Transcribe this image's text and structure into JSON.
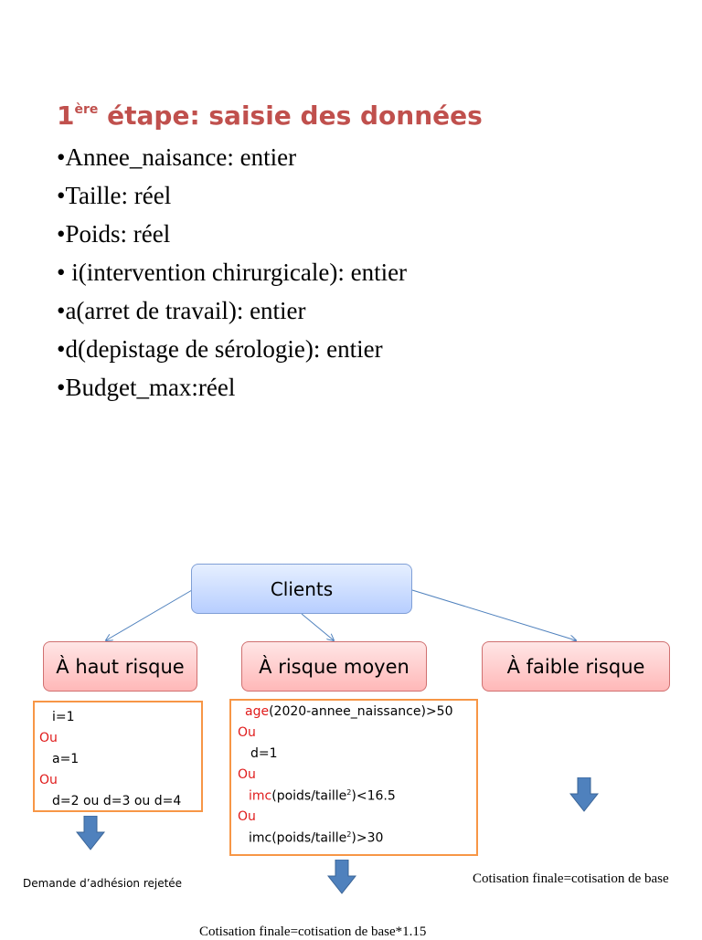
{
  "heading": {
    "prefix": "1",
    "superscript": "ère",
    "text": " étape: saisie des données"
  },
  "inputs": [
    "•Annee_naisance: entier",
    "•Taille: réel",
    "•Poids: réel",
    "• i(intervention chirurgicale): entier",
    "•a(arret de travail): entier",
    "•d(depistage de sérologie): entier",
    "•Budget_max:réel"
  ],
  "diagram": {
    "root": "Clients",
    "categories": {
      "high": "À haut risque",
      "medium": "À risque moyen",
      "low": "À faible risque"
    },
    "high_conditions": {
      "line1": "i=1",
      "or1": "Ou",
      "line2": "a=1",
      "or2": "Ou",
      "line3": "d=2 ou d=3 ou d=4"
    },
    "medium_conditions": {
      "age_keyword": "age",
      "age_rest": "(2020-annee_naissance)>50",
      "or1": "Ou",
      "line2": "d=1",
      "or2": "Ou",
      "imc1_keyword": "imc",
      "imc1_rest_a": "(poids/taille",
      "imc1_exp": "2",
      "imc1_rest_b": ")<16.5",
      "or3": "Ou",
      "imc2_rest_a": "imc(poids/taille",
      "imc2_exp": "2",
      "imc2_rest_b": ")>30"
    },
    "outcomes": {
      "high": "Demande d’adhésion rejetée",
      "medium": "Cotisation finale=cotisation de base*1.15",
      "low": "Cotisation finale=cotisation de base"
    },
    "colors": {
      "title": "#c0504d",
      "keyword": "#e01b1b",
      "condition_border": "#f79646",
      "arrow": "#4f81bd",
      "connector": "#4f81bd"
    }
  }
}
